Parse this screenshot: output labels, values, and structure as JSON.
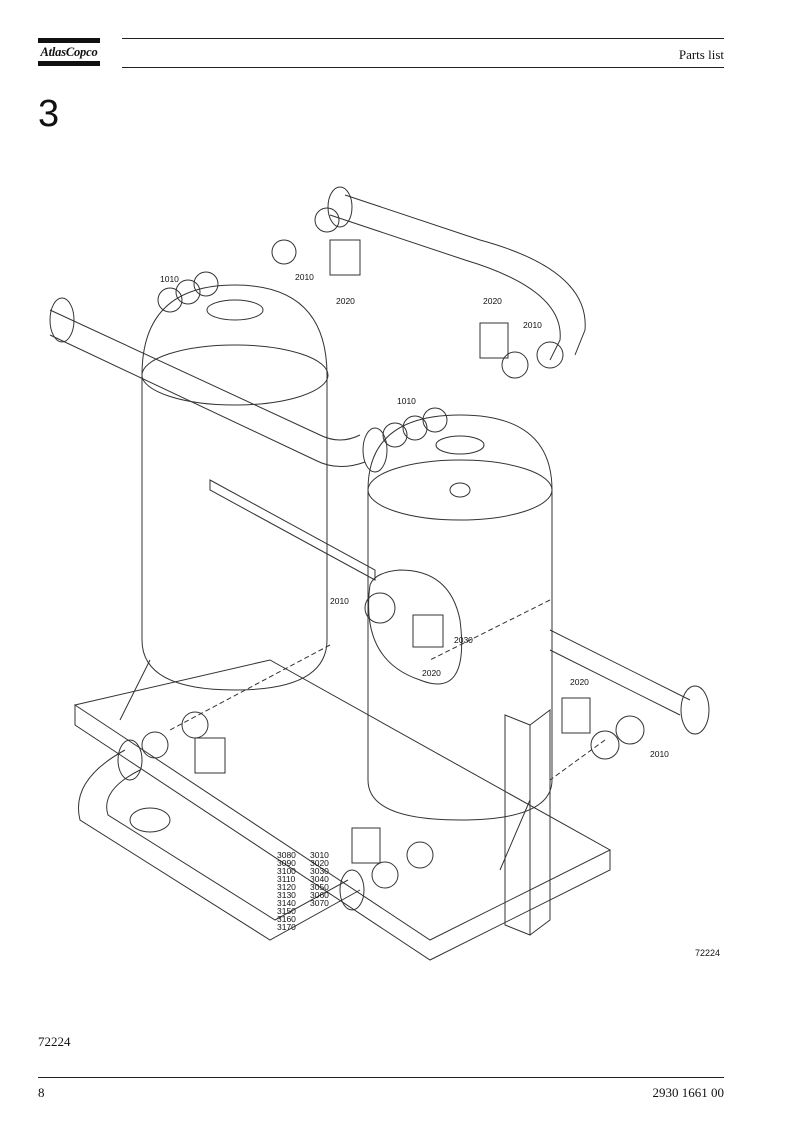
{
  "header": {
    "brand": "AtlasCopco",
    "title": "Parts list"
  },
  "section": {
    "number": "3"
  },
  "drawing": {
    "figure_id": "72224",
    "callouts": {
      "c1010a": "1010",
      "c2010a": "2010",
      "c2020a": "2020",
      "c2020b": "2020",
      "c2010b": "2010",
      "c1010b": "1010",
      "c2010c": "2010",
      "c2030": "2030",
      "c2020c": "2020",
      "c2020d": "2020",
      "c2010d": "2010",
      "left_col": [
        "3080",
        "3090",
        "3100",
        "3110",
        "3120",
        "3130",
        "3140",
        "3150",
        "3160",
        "3170"
      ],
      "right_col": [
        "3010",
        "3020",
        "3030",
        "3040",
        "3050",
        "3060",
        "3070"
      ]
    }
  },
  "caption": "72224",
  "footer": {
    "page": "8",
    "doc_number": "2930 1661 00"
  }
}
